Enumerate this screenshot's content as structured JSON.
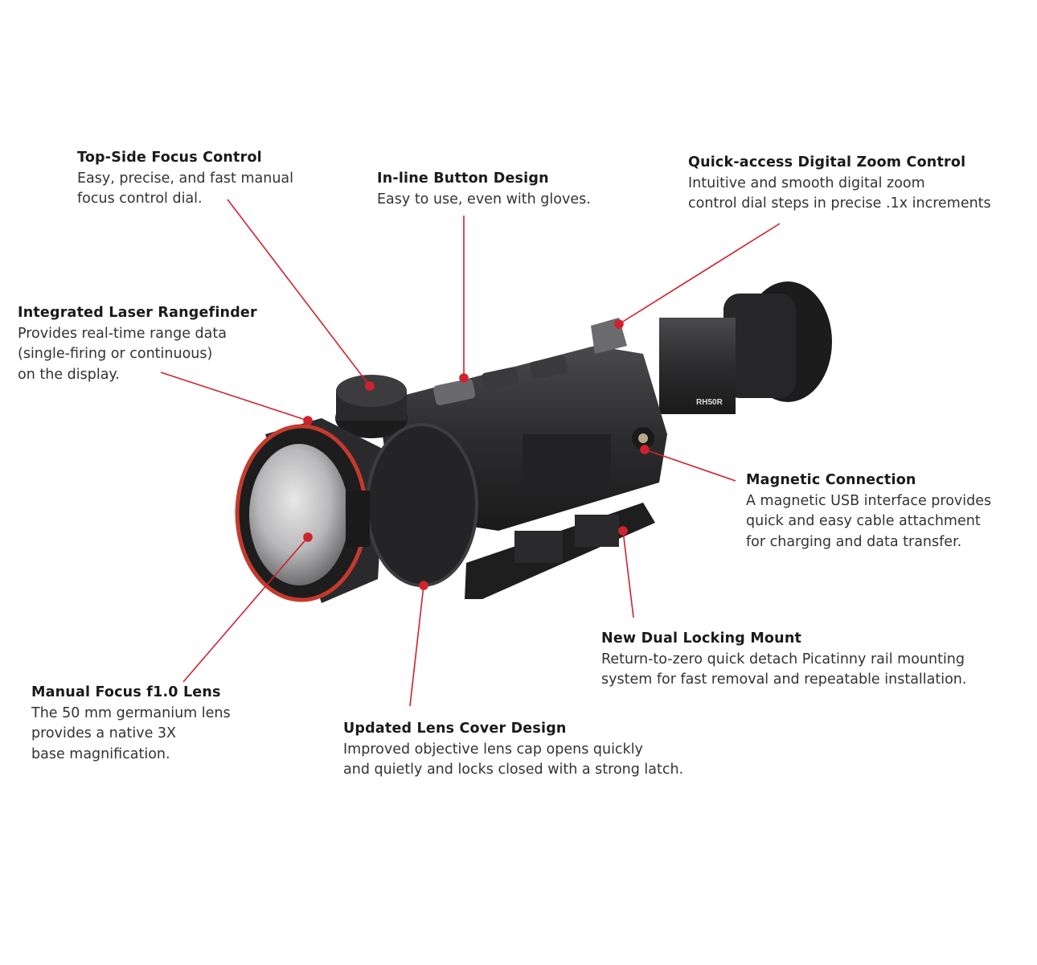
{
  "product_label": "RH50R",
  "colors": {
    "accent": "#d0222e",
    "body": "#2b2b2d",
    "text": "#222222"
  },
  "callouts": [
    {
      "id": "top-side-focus",
      "title": "Top-Side Focus Control",
      "lines": [
        "Easy, precise, and fast manual",
        "focus control dial."
      ]
    },
    {
      "id": "inline-button",
      "title": "In-line Button Design",
      "lines": [
        "Easy to use, even with gloves."
      ]
    },
    {
      "id": "digital-zoom",
      "title": "Quick-access Digital Zoom Control",
      "lines": [
        "Intuitive and smooth digital zoom",
        "control dial steps in precise .1x increments"
      ]
    },
    {
      "id": "laser-rangefinder",
      "title": "Integrated Laser Rangefinder",
      "lines": [
        "Provides real-time range data",
        "(single-firing or continuous)",
        "on the display."
      ]
    },
    {
      "id": "magnetic-connection",
      "title": "Magnetic Connection",
      "lines": [
        "A magnetic USB interface provides",
        "quick and easy cable attachment",
        "for charging and data transfer."
      ]
    },
    {
      "id": "dual-locking-mount",
      "title": "New Dual Locking Mount",
      "lines": [
        "Return-to-zero quick detach Picatinny rail mounting",
        "system for fast removal and repeatable installation."
      ]
    },
    {
      "id": "manual-focus-lens",
      "title": "Manual Focus f1.0 Lens",
      "lines": [
        "The 50 mm germanium lens",
        "provides a native 3X",
        "base magnification."
      ]
    },
    {
      "id": "lens-cover",
      "title": "Updated Lens Cover Design",
      "lines": [
        "Improved objective lens cap opens quickly",
        "and quietly and locks closed with a strong latch."
      ]
    }
  ]
}
